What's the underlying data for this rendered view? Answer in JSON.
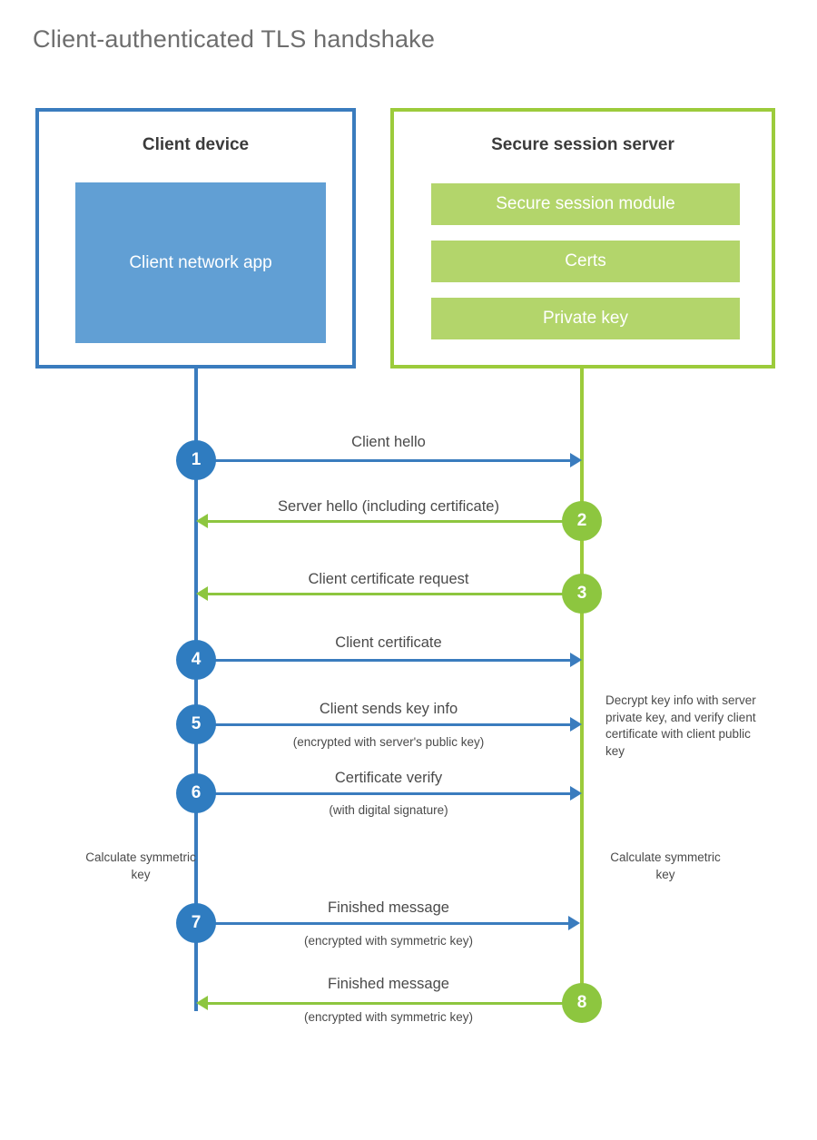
{
  "title": "Client-authenticated TLS handshake",
  "colors": {
    "blue_border": "#3a7cbe",
    "blue_fill": "#619fd4",
    "blue_circle": "#2f7cc0",
    "green_border": "#9ccb3b",
    "green_fill": "#b3d56b",
    "green_circle": "#8dc63f",
    "text": "#4a4a4a",
    "title_text": "#6e6e6e"
  },
  "participants": {
    "client": {
      "title": "Client device",
      "blocks": [
        "Client network app"
      ]
    },
    "server": {
      "title": "Secure session server",
      "blocks": [
        "Secure session module",
        "Certs",
        "Private key"
      ]
    }
  },
  "steps": [
    {
      "number": "1",
      "label": "Client hello",
      "sublabel": "",
      "direction": "client-to-server",
      "color": "blue"
    },
    {
      "number": "2",
      "label": "Server hello (including certificate)",
      "sublabel": "",
      "direction": "server-to-client",
      "color": "green"
    },
    {
      "number": "3",
      "label": "Client certificate request",
      "sublabel": "",
      "direction": "server-to-client",
      "color": "green"
    },
    {
      "number": "4",
      "label": "Client certificate",
      "sublabel": "",
      "direction": "client-to-server",
      "color": "blue"
    },
    {
      "number": "5",
      "label": "Client sends key info",
      "sublabel": "(encrypted with server's public key)",
      "direction": "client-to-server",
      "color": "blue"
    },
    {
      "number": "6",
      "label": "Certificate verify",
      "sublabel": "(with digital signature)",
      "direction": "client-to-server",
      "color": "blue"
    },
    {
      "number": "7",
      "label": "Finished message",
      "sublabel": "(encrypted with symmetric key)",
      "direction": "client-to-server",
      "color": "blue"
    },
    {
      "number": "8",
      "label": "Finished message",
      "sublabel": "(encrypted with symmetric key)",
      "direction": "server-to-client",
      "color": "green"
    }
  ],
  "annotations": {
    "server_decrypt": "Decrypt key info with server private key, and verify client certificate with client public key",
    "client_calculate": "Calculate symmetric key",
    "server_calculate": "Calculate symmetric key"
  }
}
